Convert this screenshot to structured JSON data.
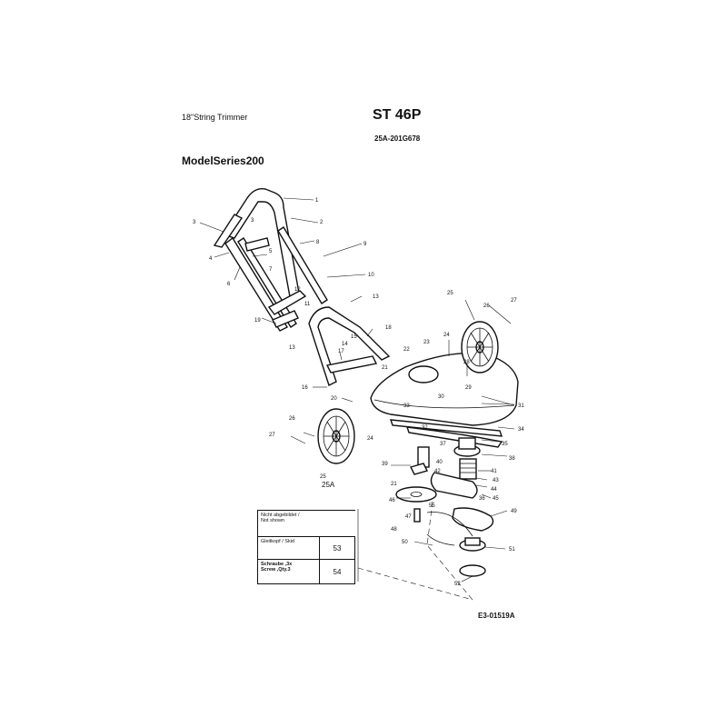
{
  "header": {
    "subtitle": "18\"String Trimmer",
    "model": "ST 46P",
    "serial": "25A-201G678",
    "series": "ModelSeries200"
  },
  "legend": {
    "not_shown_de": "Nicht abgebildet /",
    "not_shown_en": "Not shown",
    "rows": [
      {
        "desc": "Gleitkopf / Skid",
        "num": "53"
      },
      {
        "desc_de": "Schraube ,3x",
        "desc_en": "Screw ,Qty.3",
        "num": "54"
      }
    ]
  },
  "footer": {
    "doc_number": "E3-01519A"
  },
  "callouts": [
    "1",
    "2",
    "3",
    "3",
    "4",
    "5",
    "6",
    "7",
    "8",
    "9",
    "10",
    "11",
    "12",
    "13",
    "13",
    "14",
    "15",
    "16",
    "17",
    "18",
    "19",
    "20",
    "21",
    "21",
    "22",
    "23",
    "24",
    "24",
    "25",
    "25",
    "25A",
    "26",
    "26",
    "27",
    "27",
    "28",
    "29",
    "30",
    "31",
    "32",
    "33",
    "34",
    "35",
    "36",
    "37",
    "38",
    "39",
    "40",
    "41",
    "42",
    "43",
    "44",
    "45",
    "46",
    "47",
    "48",
    "49",
    "50",
    "51",
    "52",
    "55"
  ]
}
